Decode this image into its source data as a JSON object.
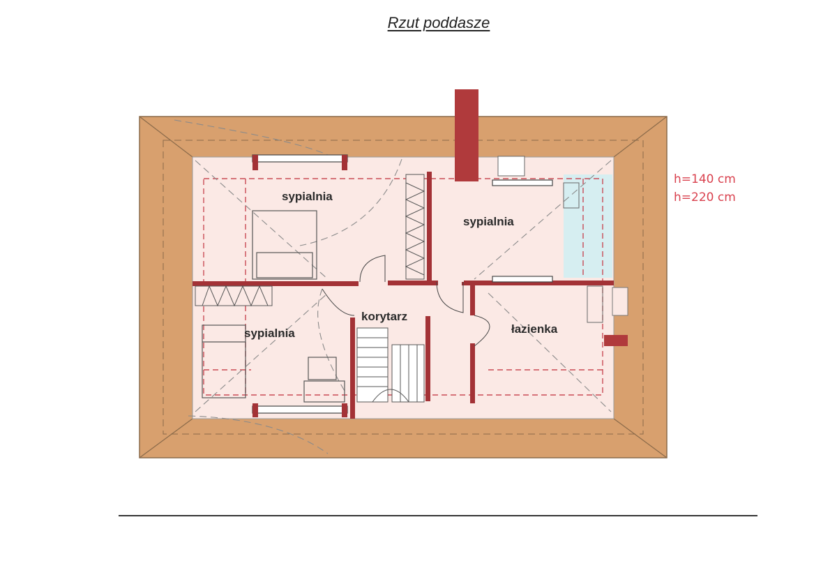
{
  "title": "Rzut poddasze",
  "legend": {
    "h140": "h=140 cm",
    "h220": "h=220 cm",
    "h140_color": "#d9414e",
    "h220_color": "#d9414e"
  },
  "rooms": {
    "bedroom_top_left": "sypialnia",
    "bedroom_top_right": "sypialnia",
    "bedroom_bottom_left": "sypialnia",
    "corridor": "korytarz",
    "bathroom": "łazienka"
  },
  "colors": {
    "roof": "#d8a06e",
    "roof_line": "#8a6a4a",
    "floor": "#fbe9e5",
    "wall": "#a33236",
    "chimney": "#b03a3c",
    "skylight": "#d6eef1",
    "dashed": "#c94a55"
  }
}
